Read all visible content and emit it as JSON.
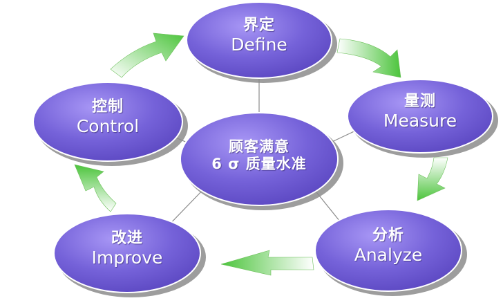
{
  "colors": {
    "node_fill": "#7560d8",
    "node_fill_light": "#9a88ef",
    "node_shadow": "#8c8c8c",
    "arrow_green": "#4cc43c",
    "arrow_green_light": "#d6f2c8",
    "connector": "#8a8a8a",
    "text": "#ffffff"
  },
  "center": {
    "line1": "顾客满意",
    "line2": "6 σ 质量水准"
  },
  "nodes": [
    {
      "id": "define",
      "zh": "界定",
      "en": "Define"
    },
    {
      "id": "measure",
      "zh": "量测",
      "en": "Measure"
    },
    {
      "id": "analyze",
      "zh": "分析",
      "en": "Analyze"
    },
    {
      "id": "improve",
      "zh": "改进",
      "en": "Improve"
    },
    {
      "id": "control",
      "zh": "控制",
      "en": "Control"
    }
  ],
  "arrows": [
    {
      "name": "arrow-define-to-measure",
      "icon": "curved-arrow-icon"
    },
    {
      "name": "arrow-measure-to-analyze",
      "icon": "curved-arrow-icon"
    },
    {
      "name": "arrow-analyze-to-improve",
      "icon": "straight-arrow-icon"
    },
    {
      "name": "arrow-improve-to-control",
      "icon": "curved-arrow-icon"
    },
    {
      "name": "arrow-control-to-define",
      "icon": "curved-arrow-icon"
    }
  ]
}
